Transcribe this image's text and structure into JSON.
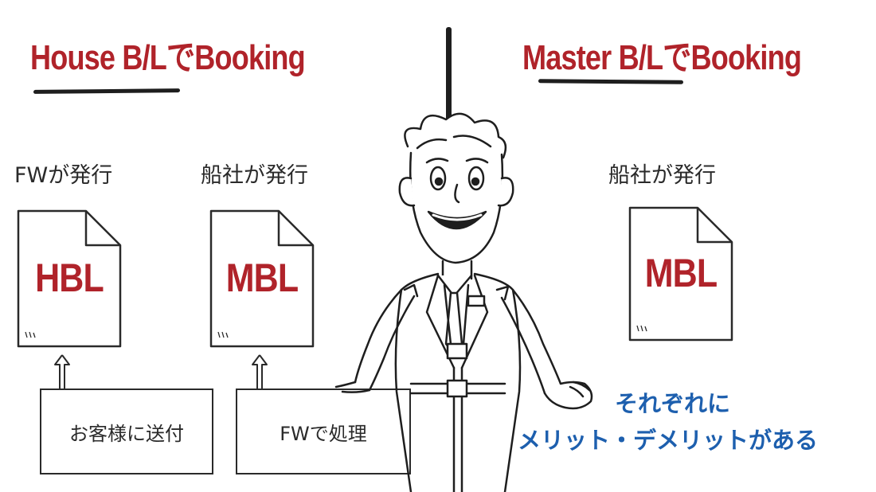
{
  "headings": {
    "left": "House B/LでBooking",
    "right": "Master B/LでBooking"
  },
  "issuers": {
    "fw": "FWが発行",
    "carrier_left": "船社が発行",
    "carrier_right": "船社が発行"
  },
  "documents": {
    "hbl": "HBL",
    "mbl_left": "MBL",
    "mbl_right": "MBL"
  },
  "boxes": {
    "send_to_customer": "お客様に送付",
    "fw_processing": "FWで処理"
  },
  "caption": {
    "line1": "それぞれに",
    "line2": "メリット・デメリットがある"
  },
  "colors": {
    "heading_red": "#b0232a",
    "caption_blue": "#1d5fae",
    "ink": "#1e1e1e"
  }
}
